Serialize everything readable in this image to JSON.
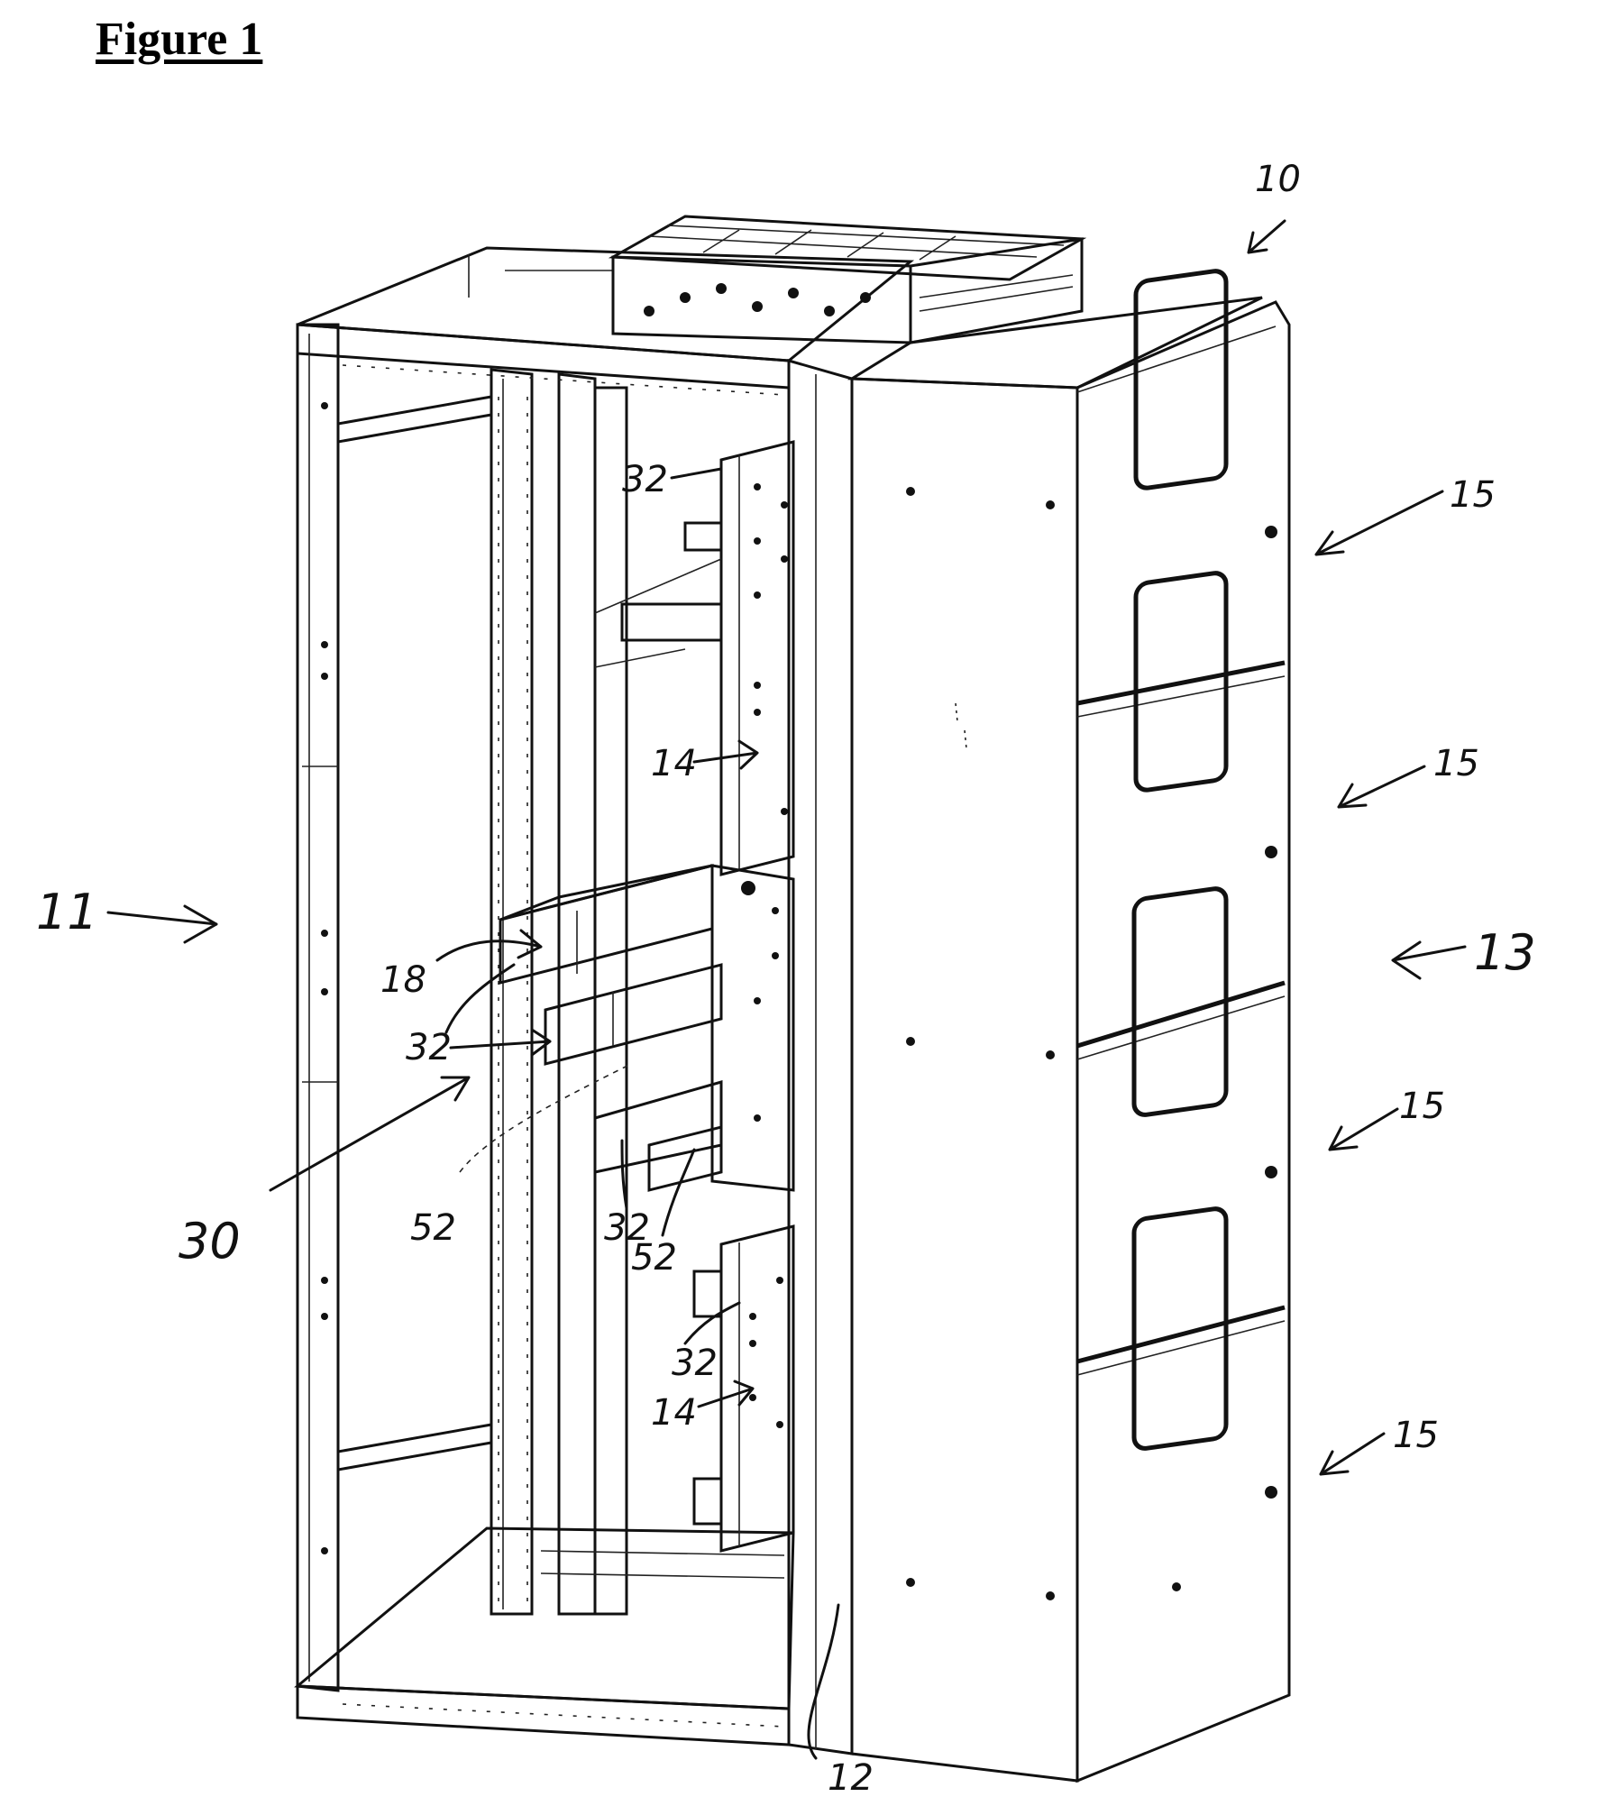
{
  "figure": {
    "title": "Figure 1"
  },
  "labels": [
    {
      "id": "ref-10",
      "text": "10"
    },
    {
      "id": "ref-11",
      "text": "11"
    },
    {
      "id": "ref-12",
      "text": "12"
    },
    {
      "id": "ref-13",
      "text": "13"
    },
    {
      "id": "ref-14-top",
      "text": "14"
    },
    {
      "id": "ref-14-bottom",
      "text": "14"
    },
    {
      "id": "ref-15-a",
      "text": "15"
    },
    {
      "id": "ref-15-b",
      "text": "15"
    },
    {
      "id": "ref-15-c",
      "text": "15"
    },
    {
      "id": "ref-15-d",
      "text": "15"
    },
    {
      "id": "ref-18",
      "text": "18"
    },
    {
      "id": "ref-30",
      "text": "30"
    },
    {
      "id": "ref-32-top",
      "text": "32"
    },
    {
      "id": "ref-32-mid",
      "text": "32"
    },
    {
      "id": "ref-32-low",
      "text": "32"
    },
    {
      "id": "ref-32-bottom",
      "text": "32"
    },
    {
      "id": "ref-52-left",
      "text": "52"
    },
    {
      "id": "ref-52-right",
      "text": "52"
    }
  ]
}
